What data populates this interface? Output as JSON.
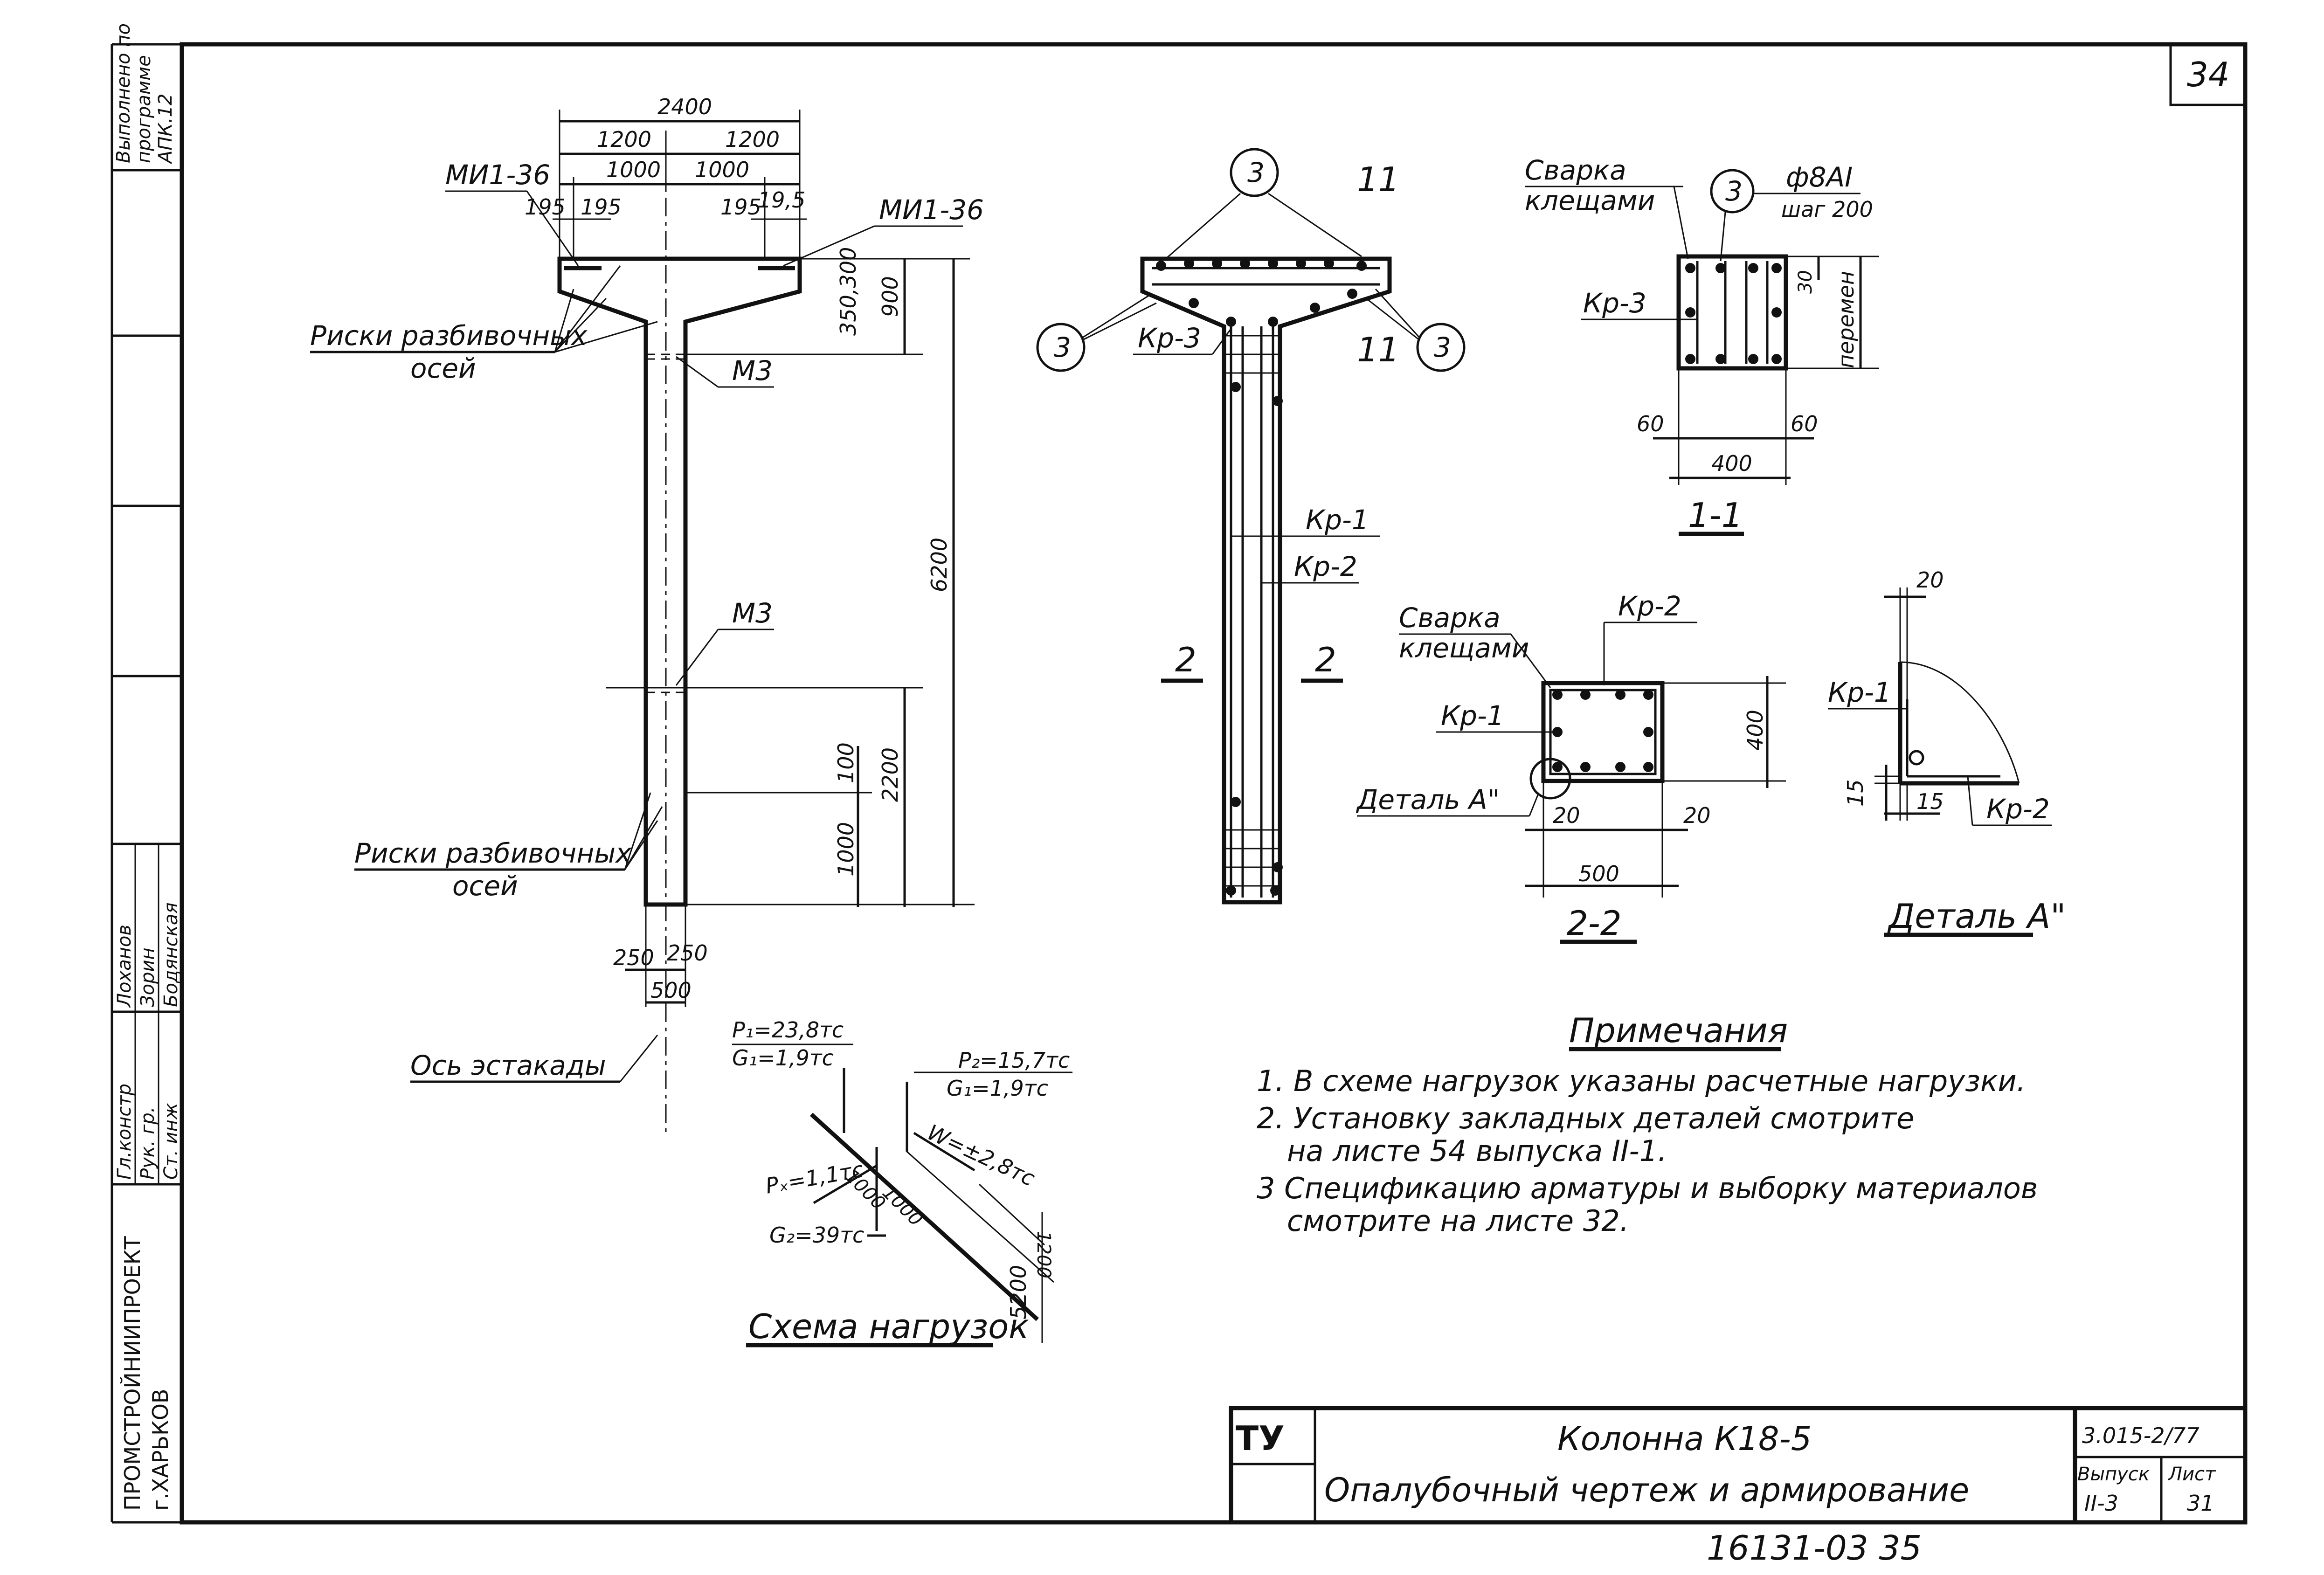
{
  "sheet": {
    "page_number": "34",
    "bottom_stamp": "16131-03   35"
  },
  "side_stamp": {
    "org_line1": "ПРОМСТРОЙНИИПРОЕКТ",
    "org_line2": "г.ХАРЬКОВ",
    "r1_role": "Гл.констр",
    "r1_name": "Лоханов",
    "r2_role": "Рук. гр.",
    "r2_name": "Зорин",
    "r3_role": "Ст. инж",
    "r3_name": "Бодянская",
    "top_line1": "Выполнено по",
    "top_line2": "программе",
    "top_line3": "АПК.12"
  },
  "elevation": {
    "top_width": "2400",
    "half_left": "1200",
    "half_right": "1200",
    "sub_left": "1000",
    "sub_right": "1000",
    "edge_a": "195",
    "edge_b": "195",
    "edge_c": "195",
    "edge_d": "19,5",
    "embed_left": "МИ1-36",
    "embed_right": "МИ1-36",
    "dim_350_300": "350,300",
    "dim_900": "900",
    "dim_6200": "6200",
    "dim_2200": "2200",
    "dim_100": "100",
    "dim_1000": "1000",
    "m3_top": "М3",
    "m3_mid": "М3",
    "marks_top_l1": "Риски разбивочных",
    "marks_top_l2": "осей",
    "marks_bot_l1": "Риски разбивочных",
    "marks_bot_l2": "осей",
    "base_250_l": "250",
    "base_250_r": "250",
    "base_500": "500",
    "axis_label": "Ось эстакады"
  },
  "reinforcement": {
    "callout": "3",
    "sec_11_left": "11",
    "sec_11_right": "11",
    "kr3": "Кр-3",
    "kr1": "Кр-1",
    "kr2": "Кр-2",
    "sec_2_left": "2",
    "sec_2_right": "2"
  },
  "section_1_1": {
    "weld_l1": "Сварка",
    "weld_l2": "клещами",
    "callout": "3",
    "bar_spec": "ф8АI",
    "bar_step": "шаг 200",
    "kr3": "Кр-3",
    "dim_30": "30",
    "dim_var": "перемен",
    "dim_60_l": "60",
    "dim_60_r": "60",
    "dim_400": "400",
    "title": "1-1"
  },
  "section_2_2": {
    "weld_l1": "Сварка",
    "weld_l2": "клещами",
    "kr2": "Кр-2",
    "kr1": "Кр-1",
    "detail_ref": "Деталь А\"",
    "dim_20_l": "20",
    "dim_20_r": "20",
    "dim_400": "400",
    "dim_500": "500",
    "title": "2-2"
  },
  "detail_a": {
    "dim_20": "20",
    "kr1": "Кр-1",
    "dim_15_v": "15",
    "dim_15_h": "15",
    "kr2": "Кр-2",
    "title": "Деталь А\""
  },
  "load_scheme": {
    "p1": "P₁=23,8тс",
    "g1_left": "G₁=1,9тс",
    "p2": "P₂=15,7тс",
    "g1_right": "G₁=1,9тс",
    "px": "Pₓ=1,1тс",
    "w": "W=±2,8тс",
    "dim_1000a": "1000",
    "dim_1000b": "1000",
    "g2": "G₂=39тс",
    "dim_5200": "5200",
    "dim_1200": "1200",
    "title": "Схема нагрузок"
  },
  "notes": {
    "heading": "Примечания",
    "n1": "1. В схеме нагрузок указаны расчетные нагрузки.",
    "n2a": "2. Установку закладных деталей смотрите",
    "n2b": "на листе 54 выпуска II-1.",
    "n3a": "3 Спецификацию арматуры и выборку материалов",
    "n3b": "смотрите на листе 32."
  },
  "title_block": {
    "logo": "ТУ",
    "title1": "Колонна К18-5",
    "title2": "Опалубочный чертеж и армирование",
    "code": "3.015-2/77",
    "issue_label": "Выпуск",
    "issue_value": "II-3",
    "sheet_label": "Лист",
    "sheet_value": "31"
  }
}
